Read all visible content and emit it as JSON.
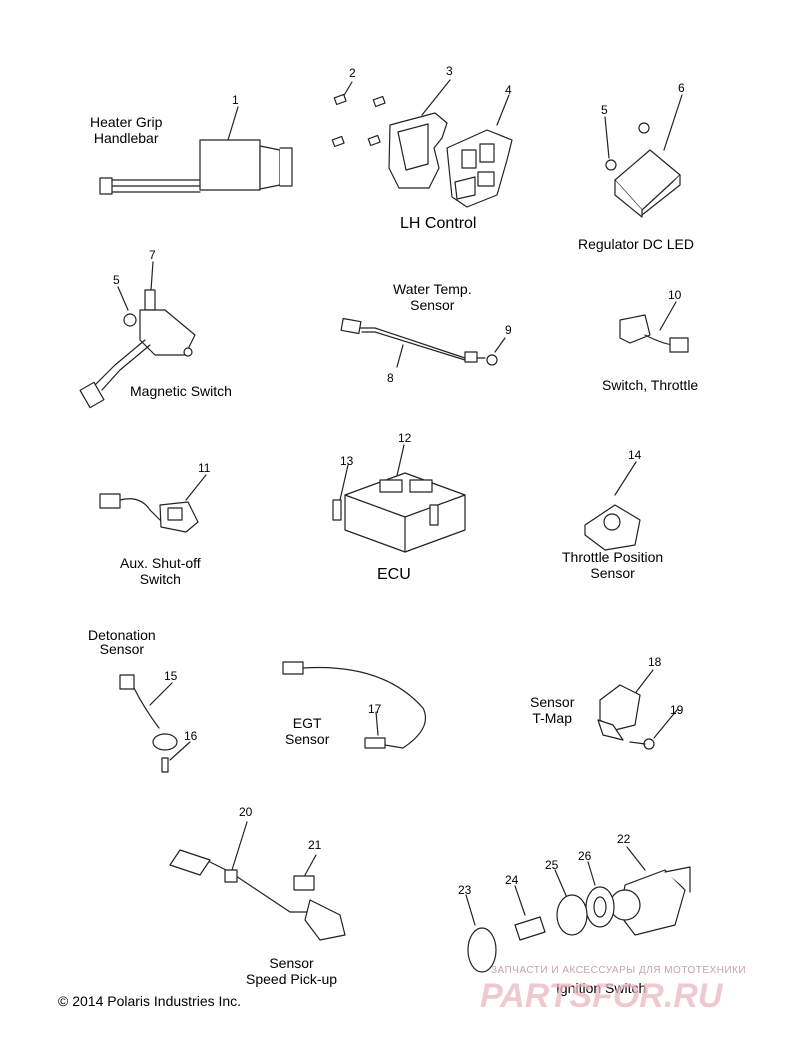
{
  "labels": {
    "heater_grip": [
      "Heater Grip",
      "Handlebar"
    ],
    "lh_control": "LH Control",
    "regulator": "Regulator DC LED",
    "water_temp": [
      "Water Temp.",
      "Sensor"
    ],
    "magnetic_switch": "Magnetic Switch",
    "switch_throttle": "Switch, Throttle",
    "aux_shutoff": [
      "Aux. Shut-off",
      "Switch"
    ],
    "ecu": "ECU",
    "throttle_position": [
      "Throttle Position",
      "Sensor"
    ],
    "detonation": [
      "Detonation",
      "Sensor"
    ],
    "egt": [
      "EGT",
      "Sensor"
    ],
    "sensor_tmap": [
      "Sensor",
      "T-Map"
    ],
    "speed_pickup": [
      "Sensor",
      "Speed Pick-up"
    ],
    "ignition_switch": "Ignition Switch"
  },
  "callouts": [
    "1",
    "2",
    "3",
    "4",
    "5",
    "6",
    "5",
    "7",
    "8",
    "9",
    "10",
    "11",
    "12",
    "13",
    "14",
    "15",
    "16",
    "17",
    "18",
    "19",
    "20",
    "21",
    "22",
    "23",
    "24",
    "25",
    "26"
  ],
  "copyright": "© 2014 Polaris Industries Inc.",
  "watermark": {
    "top": "ЗАПЧАСТИ И АКСЕССУАРЫ ДЛЯ МОТОТЕХНИКИ",
    "brand": "PARTSFOR.RU",
    "top_color": "#c7a3a8",
    "brand_color": "#e9b9bf"
  }
}
